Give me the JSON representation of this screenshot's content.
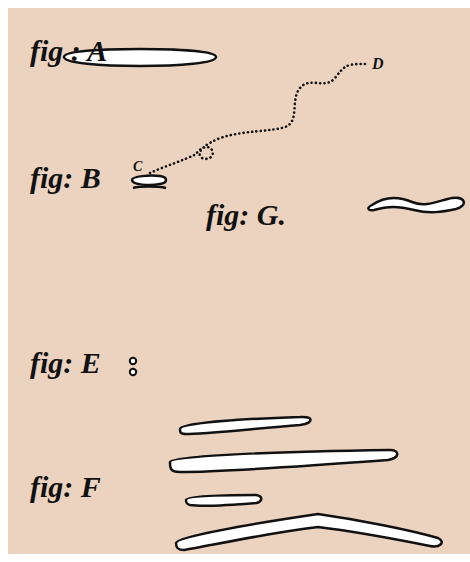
{
  "diagram": {
    "labels": [
      "fig : A",
      "fig: B",
      "C",
      "D",
      "fig: G.",
      "fig: E",
      "fig: F"
    ]
  }
}
